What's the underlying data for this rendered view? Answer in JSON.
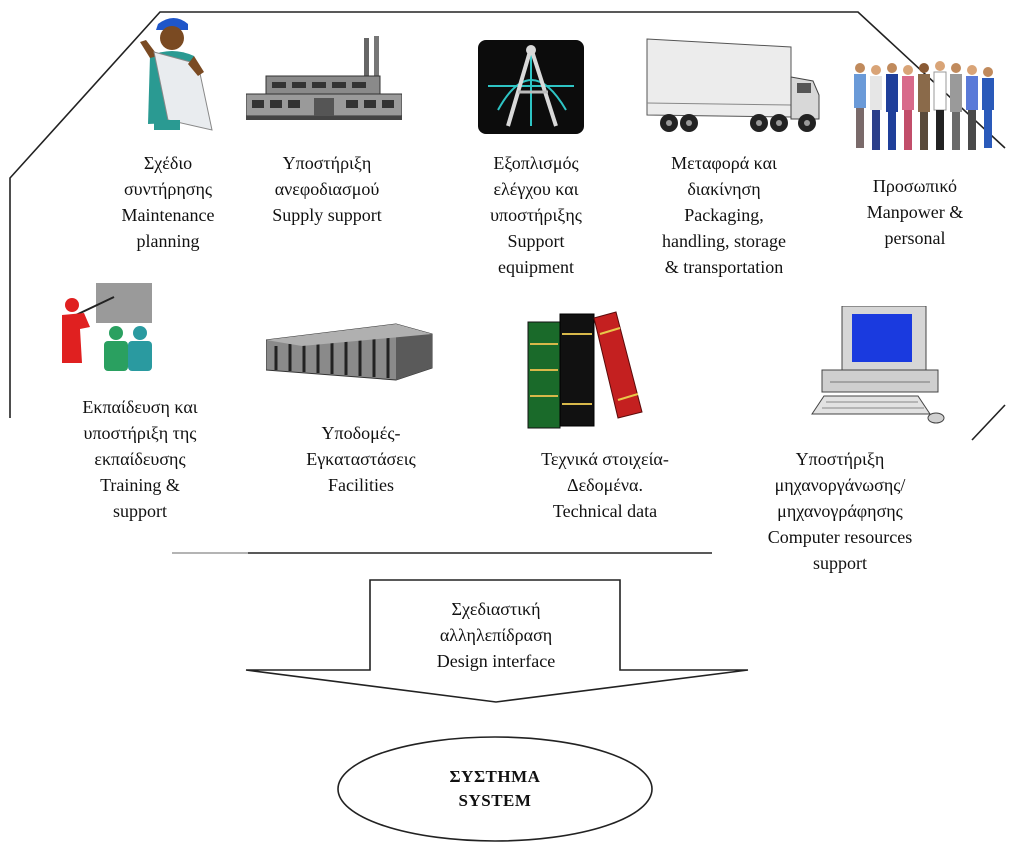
{
  "components": [
    {
      "id": "maintenance",
      "icon": "engineer-icon",
      "lines": [
        "Σχέδιο",
        "συντήρησης",
        "Maintenance",
        "planning"
      ]
    },
    {
      "id": "supply",
      "icon": "factory-icon",
      "lines": [
        "Υποστήριξη",
        "ανεφοδιασμού",
        "Supply support"
      ]
    },
    {
      "id": "equipment",
      "icon": "compass-icon",
      "lines": [
        "Εξοπλισμός",
        "ελέγχου και",
        "υποστήριξης",
        "Support",
        "equipment"
      ]
    },
    {
      "id": "transport",
      "icon": "truck-icon",
      "lines": [
        "Μεταφορά και",
        "διακίνηση",
        "Packaging,",
        "handling, storage",
        "& transportation"
      ]
    },
    {
      "id": "manpower",
      "icon": "people-icon",
      "lines": [
        "Προσωπικό",
        "Manpower &",
        "personal"
      ]
    },
    {
      "id": "training",
      "icon": "presentation-icon",
      "lines": [
        "Εκπαίδευση και",
        "υποστήριξη της",
        "εκπαίδευσης",
        "Training &",
        "support"
      ]
    },
    {
      "id": "facilities",
      "icon": "building-icon",
      "lines": [
        "Υποδομές-",
        "Εγκαταστάσεις",
        "Facilities"
      ]
    },
    {
      "id": "technical",
      "icon": "books-icon",
      "lines": [
        "Τεχνικά στοιχεία-",
        "Δεδομένα.",
        "Technical data"
      ]
    },
    {
      "id": "computer",
      "icon": "computer-icon",
      "lines": [
        "Υποστήριξη",
        "μηχανοργάνωσης/",
        "μηχανογράφησης",
        "Computer resources",
        "support"
      ]
    }
  ],
  "arrow": {
    "lines": [
      "Σχεδιαστική",
      "αλληλεπίδραση",
      "Design interface"
    ]
  },
  "system": {
    "lines": [
      "ΣΥΣΤΗΜΑ",
      "SYSTEM"
    ]
  }
}
